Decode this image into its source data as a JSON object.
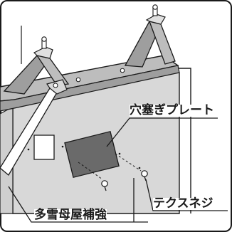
{
  "labels": {
    "blanking_plate": "穴塞ぎプレート",
    "tapping_screw": "テクスネジ",
    "snow_base_reinforcement": "多雪母屋補強"
  }
}
